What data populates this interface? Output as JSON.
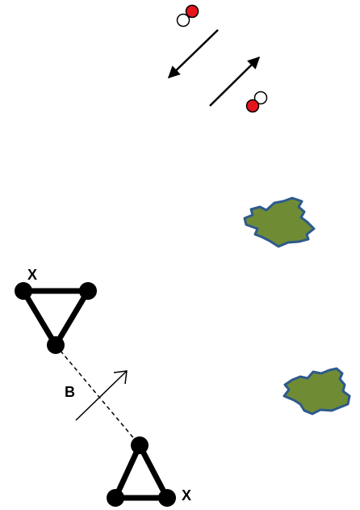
{
  "labels": {
    "x_top": "X",
    "x_bottom": "X",
    "b": "B"
  },
  "colors": {
    "red_atom": "#e8141c",
    "white_atom": "#ffffff",
    "land_fill": "#6f8c35",
    "land_outline": "#2e5a8c",
    "ink": "#000000"
  }
}
